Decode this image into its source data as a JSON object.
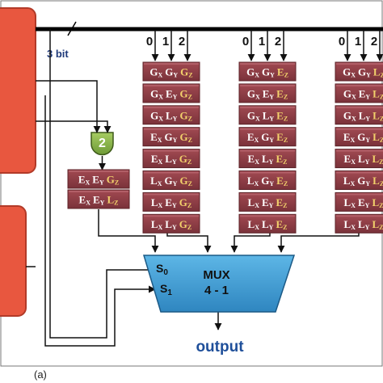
{
  "bus": {
    "width_label": "3 bit",
    "bit_labels": [
      "0",
      "1",
      "2"
    ]
  },
  "gate": {
    "label": "2"
  },
  "pair_column": {
    "cells": [
      [
        [
          "E",
          "X"
        ],
        [
          "E",
          "Y"
        ],
        [
          "G",
          "Z"
        ]
      ],
      [
        [
          "E",
          "X"
        ],
        [
          "E",
          "Y"
        ],
        [
          "L",
          "Z"
        ]
      ]
    ]
  },
  "columns": [
    {
      "cells": [
        [
          [
            "G",
            "X"
          ],
          [
            "G",
            "Y"
          ],
          [
            "G",
            "Z"
          ]
        ],
        [
          [
            "G",
            "X"
          ],
          [
            "E",
            "Y"
          ],
          [
            "G",
            "Z"
          ]
        ],
        [
          [
            "G",
            "X"
          ],
          [
            "L",
            "Y"
          ],
          [
            "G",
            "Z"
          ]
        ],
        [
          [
            "E",
            "X"
          ],
          [
            "G",
            "Y"
          ],
          [
            "G",
            "Z"
          ]
        ],
        [
          [
            "E",
            "X"
          ],
          [
            "L",
            "Y"
          ],
          [
            "G",
            "Z"
          ]
        ],
        [
          [
            "L",
            "X"
          ],
          [
            "G",
            "Y"
          ],
          [
            "G",
            "Z"
          ]
        ],
        [
          [
            "L",
            "X"
          ],
          [
            "E",
            "Y"
          ],
          [
            "G",
            "Z"
          ]
        ],
        [
          [
            "L",
            "X"
          ],
          [
            "L",
            "Y"
          ],
          [
            "G",
            "Z"
          ]
        ]
      ]
    },
    {
      "cells": [
        [
          [
            "G",
            "X"
          ],
          [
            "G",
            "Y"
          ],
          [
            "E",
            "Z"
          ]
        ],
        [
          [
            "G",
            "X"
          ],
          [
            "E",
            "Y"
          ],
          [
            "E",
            "Z"
          ]
        ],
        [
          [
            "G",
            "X"
          ],
          [
            "L",
            "Y"
          ],
          [
            "E",
            "Z"
          ]
        ],
        [
          [
            "E",
            "X"
          ],
          [
            "G",
            "Y"
          ],
          [
            "E",
            "Z"
          ]
        ],
        [
          [
            "E",
            "X"
          ],
          [
            "L",
            "Y"
          ],
          [
            "E",
            "Z"
          ]
        ],
        [
          [
            "L",
            "X"
          ],
          [
            "G",
            "Y"
          ],
          [
            "E",
            "Z"
          ]
        ],
        [
          [
            "L",
            "X"
          ],
          [
            "E",
            "Y"
          ],
          [
            "E",
            "Z"
          ]
        ],
        [
          [
            "L",
            "X"
          ],
          [
            "L",
            "Y"
          ],
          [
            "E",
            "Z"
          ]
        ]
      ]
    },
    {
      "cells": [
        [
          [
            "G",
            "X"
          ],
          [
            "G",
            "Y"
          ],
          [
            "L",
            "Z"
          ]
        ],
        [
          [
            "G",
            "X"
          ],
          [
            "E",
            "Y"
          ],
          [
            "L",
            "Z"
          ]
        ],
        [
          [
            "G",
            "X"
          ],
          [
            "L",
            "Y"
          ],
          [
            "L",
            "Z"
          ]
        ],
        [
          [
            "E",
            "X"
          ],
          [
            "G",
            "Y"
          ],
          [
            "L",
            "Z"
          ]
        ],
        [
          [
            "E",
            "X"
          ],
          [
            "L",
            "Y"
          ],
          [
            "L",
            "Z"
          ]
        ],
        [
          [
            "L",
            "X"
          ],
          [
            "G",
            "Y"
          ],
          [
            "L",
            "Z"
          ]
        ],
        [
          [
            "L",
            "X"
          ],
          [
            "E",
            "Y"
          ],
          [
            "L",
            "Z"
          ]
        ],
        [
          [
            "L",
            "X"
          ],
          [
            "L",
            "Y"
          ],
          [
            "L",
            "Z"
          ]
        ]
      ]
    }
  ],
  "mux": {
    "title": "MUX",
    "subtitle": "4 - 1",
    "select0": "S",
    "select0_sub": "0",
    "select1": "S",
    "select1_sub": "1"
  },
  "output_label": "output",
  "caption": "(a)",
  "colors": {
    "block": "#e8573f",
    "cell": "#8c3d44",
    "cell_text": "#ffffff",
    "accent_text": "#f2d16b",
    "mux": "#3f9fd4",
    "gate": "#8ab54a",
    "output": "#1f4f9a"
  }
}
